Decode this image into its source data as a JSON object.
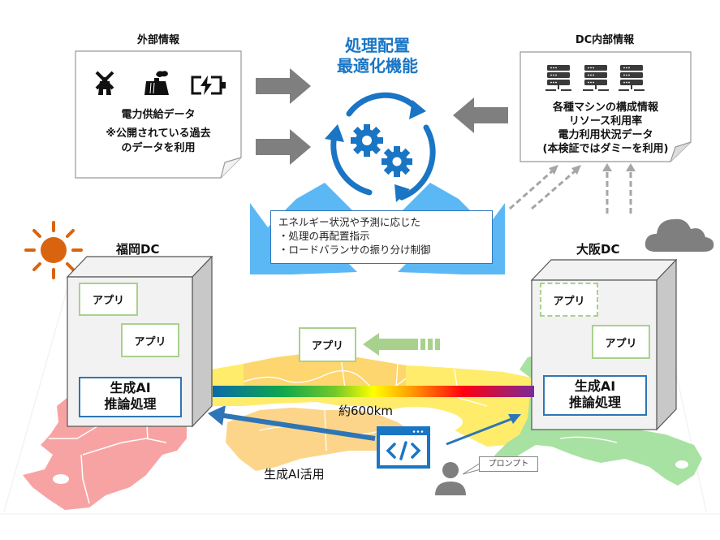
{
  "external_info": {
    "title": "外部情報",
    "icons": [
      "windmill-icon",
      "power-plant-icon",
      "battery-charging-icon"
    ],
    "lines": [
      "電力供給データ",
      "※公開されている過去",
      "のデータを利用"
    ]
  },
  "dc_internal_info": {
    "title": "DC内部情報",
    "icons": [
      "server-icon",
      "server-icon",
      "server-icon"
    ],
    "lines": [
      "各種マシンの構成情報",
      "リソース利用率",
      "電力利用状況データ",
      "(本検証ではダミーを利用)"
    ]
  },
  "optimizer": {
    "title_line1": "処理配置",
    "title_line2": "最適化機能",
    "icon": "gears-cycle-icon"
  },
  "instruction": {
    "heading": "エネルギー状況や予測に応じた",
    "bullets": [
      "・処理の再配置指示",
      "・ロードバランサの振り分け制御"
    ]
  },
  "fukuoka_dc": {
    "label": "福岡DC",
    "weather_icon": "sun-icon",
    "apps": [
      "アプリ",
      "アプリ"
    ],
    "ai_line1": "生成AI",
    "ai_line2": "推論処理"
  },
  "osaka_dc": {
    "label": "大阪DC",
    "weather_icon": "cloud-icon",
    "apps": [
      "アプリ",
      "アプリ"
    ],
    "ai_line1": "生成AI",
    "ai_line2": "推論処理"
  },
  "migrating_app": {
    "label": "アプリ"
  },
  "distance": {
    "label": "約600km"
  },
  "usage": {
    "label": "生成AI活用",
    "icon": "code-window-icon"
  },
  "user": {
    "icon": "user-icon",
    "prompt_label": "プロンプト"
  },
  "colors": {
    "accent_blue": "#1a75c4",
    "light_blue_arrow": "#5bb8f5",
    "gray_arrow": "#7f7f7f",
    "app_green": "#a9d18e",
    "ai_blue": "#2e75b6",
    "sun_orange": "#d9640f",
    "cloud_gray": "#7f7f7f",
    "kyushu_red": "#f8a3a3",
    "chugoku_yellow": "#fff480",
    "shikoku_orange": "#fdd58a",
    "kinki_green": "#a8e2a2"
  }
}
